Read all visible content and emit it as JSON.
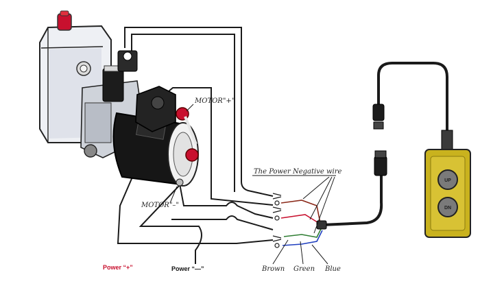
{
  "labels": {
    "motor_plus": "MOTOR\"+\"",
    "motor_minus": "MOTOR\"–\"",
    "negative_wire": "The Power Negative wire",
    "brown": "Brown",
    "green": "Green",
    "blue": "Blue",
    "power_plus": "Power “+”",
    "power_minus": "Power “—”"
  },
  "controller": {
    "up_label": "UP",
    "down_label": "DN"
  },
  "colors": {
    "wire_black": "#1a1a1a",
    "wire_brown": "#8b2a1a",
    "wire_green": "#2e7d32",
    "wire_blue": "#1f3fbf",
    "terminal_red": "#c8102e",
    "controller_yellow": "#c9b21e",
    "power_plus_text": "#c8102e",
    "power_minus_text": "#111111"
  }
}
